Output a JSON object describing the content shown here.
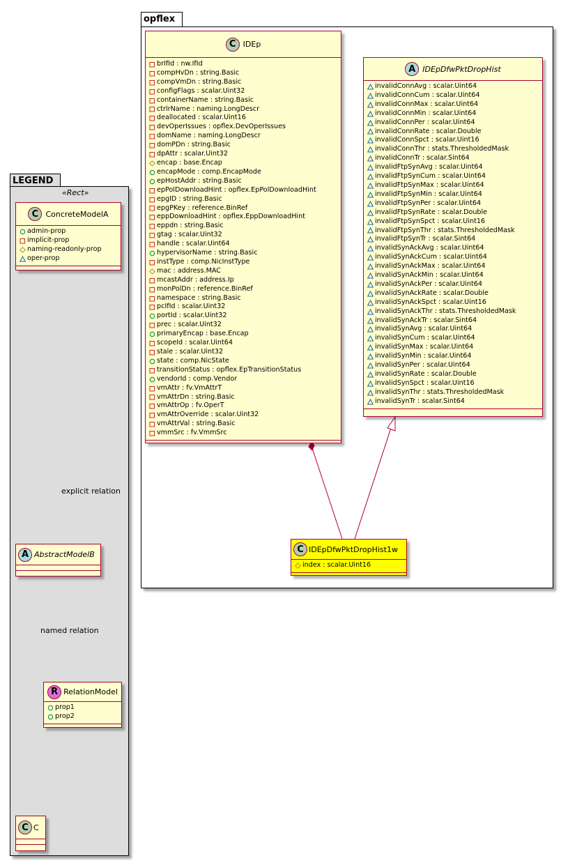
{
  "packages": {
    "legend": {
      "name": "LEGEND",
      "stereotype": "«Rect»"
    },
    "opflex": {
      "name": "opflex"
    }
  },
  "legend": {
    "concrete": {
      "spot": "C",
      "name": "ConcreteModelA",
      "attributes": [
        {
          "vis": "public",
          "text": "admin-prop"
        },
        {
          "vis": "private",
          "text": "implicit-prop"
        },
        {
          "vis": "protected",
          "text": "naming-readonly-prop"
        },
        {
          "vis": "package",
          "text": "oper-prop"
        }
      ]
    },
    "abstract": {
      "spot": "A",
      "name": "AbstractModelB"
    },
    "relation_model": {
      "spot": "R",
      "name": "RelationModel",
      "attributes": [
        {
          "vis": "public",
          "text": "prop1"
        },
        {
          "vis": "public",
          "text": "prop2"
        }
      ]
    },
    "c": {
      "spot": "C",
      "name": "C"
    },
    "explicit_relation_label": "explicit relation",
    "named_relation_label": "named relation"
  },
  "classes": {
    "idep": {
      "spot": "C",
      "name": "IDEp",
      "attributes": [
        {
          "vis": "private",
          "text": "brIfId : nw.IfId"
        },
        {
          "vis": "private",
          "text": "compHvDn : string.Basic"
        },
        {
          "vis": "private",
          "text": "compVmDn : string.Basic"
        },
        {
          "vis": "private",
          "text": "configFlags : scalar.Uint32"
        },
        {
          "vis": "private",
          "text": "containerName : string.Basic"
        },
        {
          "vis": "private",
          "text": "ctrlrName : naming.LongDescr"
        },
        {
          "vis": "private",
          "text": "deallocated : scalar.Uint16"
        },
        {
          "vis": "private",
          "text": "devOperIssues : opflex.DevOperIssues"
        },
        {
          "vis": "private",
          "text": "domName : naming.LongDescr"
        },
        {
          "vis": "private",
          "text": "domPDn : string.Basic"
        },
        {
          "vis": "private",
          "text": "dpAttr : scalar.Uint32"
        },
        {
          "vis": "protected",
          "text": "encap : base.Encap"
        },
        {
          "vis": "public",
          "text": "encapMode : comp.EncapMode"
        },
        {
          "vis": "public",
          "text": "epHostAddr : string.Basic"
        },
        {
          "vis": "private",
          "text": "epPolDownloadHint : opflex.EpPolDownloadHint"
        },
        {
          "vis": "private",
          "text": "epgID : string.Basic"
        },
        {
          "vis": "private",
          "text": "epgPKey : reference.BinRef"
        },
        {
          "vis": "private",
          "text": "eppDownloadHint : opflex.EppDownloadHint"
        },
        {
          "vis": "private",
          "text": "eppdn : string.Basic"
        },
        {
          "vis": "private",
          "text": "gtag : scalar.Uint32"
        },
        {
          "vis": "private",
          "text": "handle : scalar.Uint64"
        },
        {
          "vis": "public",
          "text": "hypervisorName : string.Basic"
        },
        {
          "vis": "private",
          "text": "instType : comp.NicInstType"
        },
        {
          "vis": "protected",
          "text": "mac : address.MAC"
        },
        {
          "vis": "private",
          "text": "mcastAddr : address.Ip"
        },
        {
          "vis": "private",
          "text": "monPolDn : reference.BinRef"
        },
        {
          "vis": "private",
          "text": "namespace : string.Basic"
        },
        {
          "vis": "private",
          "text": "pcIfId : scalar.Uint32"
        },
        {
          "vis": "public",
          "text": "portId : scalar.Uint32"
        },
        {
          "vis": "private",
          "text": "prec : scalar.Uint32"
        },
        {
          "vis": "public",
          "text": "primaryEncap : base.Encap"
        },
        {
          "vis": "private",
          "text": "scopeId : scalar.Uint64"
        },
        {
          "vis": "private",
          "text": "stale : scalar.Uint32"
        },
        {
          "vis": "public",
          "text": "state : comp.NicState"
        },
        {
          "vis": "private",
          "text": "transitionStatus : opflex.EpTransitionStatus"
        },
        {
          "vis": "public",
          "text": "vendorId : comp.Vendor"
        },
        {
          "vis": "private",
          "text": "vmAttr : fv.VmAttrT"
        },
        {
          "vis": "private",
          "text": "vmAttrDn : string.Basic"
        },
        {
          "vis": "private",
          "text": "vmAttrOp : fv.OperT"
        },
        {
          "vis": "private",
          "text": "vmAttrOverride : scalar.Uint32"
        },
        {
          "vis": "private",
          "text": "vmAttrVal : string.Basic"
        },
        {
          "vis": "private",
          "text": "vmmSrc : fv.VmmSrc"
        }
      ]
    },
    "hist": {
      "spot": "A",
      "name": "IDEpDfwPktDropHist",
      "attributes": [
        {
          "vis": "package",
          "text": "invalidConnAvg : scalar.Uint64"
        },
        {
          "vis": "package",
          "text": "invalidConnCum : scalar.Uint64"
        },
        {
          "vis": "package",
          "text": "invalidConnMax : scalar.Uint64"
        },
        {
          "vis": "package",
          "text": "invalidConnMin : scalar.Uint64"
        },
        {
          "vis": "package",
          "text": "invalidConnPer : scalar.Uint64"
        },
        {
          "vis": "package",
          "text": "invalidConnRate : scalar.Double"
        },
        {
          "vis": "package",
          "text": "invalidConnSpct : scalar.Uint16"
        },
        {
          "vis": "package",
          "text": "invalidConnThr : stats.ThresholdedMask"
        },
        {
          "vis": "package",
          "text": "invalidConnTr : scalar.Sint64"
        },
        {
          "vis": "package",
          "text": "invalidFtpSynAvg : scalar.Uint64"
        },
        {
          "vis": "package",
          "text": "invalidFtpSynCum : scalar.Uint64"
        },
        {
          "vis": "package",
          "text": "invalidFtpSynMax : scalar.Uint64"
        },
        {
          "vis": "package",
          "text": "invalidFtpSynMin : scalar.Uint64"
        },
        {
          "vis": "package",
          "text": "invalidFtpSynPer : scalar.Uint64"
        },
        {
          "vis": "package",
          "text": "invalidFtpSynRate : scalar.Double"
        },
        {
          "vis": "package",
          "text": "invalidFtpSynSpct : scalar.Uint16"
        },
        {
          "vis": "package",
          "text": "invalidFtpSynThr : stats.ThresholdedMask"
        },
        {
          "vis": "package",
          "text": "invalidFtpSynTr : scalar.Sint64"
        },
        {
          "vis": "package",
          "text": "invalidSynAckAvg : scalar.Uint64"
        },
        {
          "vis": "package",
          "text": "invalidSynAckCum : scalar.Uint64"
        },
        {
          "vis": "package",
          "text": "invalidSynAckMax : scalar.Uint64"
        },
        {
          "vis": "package",
          "text": "invalidSynAckMin : scalar.Uint64"
        },
        {
          "vis": "package",
          "text": "invalidSynAckPer : scalar.Uint64"
        },
        {
          "vis": "package",
          "text": "invalidSynAckRate : scalar.Double"
        },
        {
          "vis": "package",
          "text": "invalidSynAckSpct : scalar.Uint16"
        },
        {
          "vis": "package",
          "text": "invalidSynAckThr : stats.ThresholdedMask"
        },
        {
          "vis": "package",
          "text": "invalidSynAckTr : scalar.Sint64"
        },
        {
          "vis": "package",
          "text": "invalidSynAvg : scalar.Uint64"
        },
        {
          "vis": "package",
          "text": "invalidSynCum : scalar.Uint64"
        },
        {
          "vis": "package",
          "text": "invalidSynMax : scalar.Uint64"
        },
        {
          "vis": "package",
          "text": "invalidSynMin : scalar.Uint64"
        },
        {
          "vis": "package",
          "text": "invalidSynPer : scalar.Uint64"
        },
        {
          "vis": "package",
          "text": "invalidSynRate : scalar.Double"
        },
        {
          "vis": "package",
          "text": "invalidSynSpct : scalar.Uint16"
        },
        {
          "vis": "package",
          "text": "invalidSynThr : stats.ThresholdedMask"
        },
        {
          "vis": "package",
          "text": "invalidSynTr : scalar.Sint64"
        }
      ]
    },
    "hist1w": {
      "spot": "C",
      "name": "IDEpDfwPktDropHist1w",
      "attributes": [
        {
          "vis": "protected",
          "text": "index : scalar.Uint16"
        }
      ]
    }
  },
  "colors": {
    "class_fill": "#FEFECE",
    "highlight_fill": "#FFFF00",
    "border": "#A80036",
    "spot_class": "#ADD1B2",
    "spot_abstract": "#A9DCDF",
    "spot_relation": "#DA70D6",
    "legend_fill": "#DDDDDD",
    "vis_public": "#038048",
    "vis_private": "#C82930",
    "vis_protected": "#B38D22",
    "vis_package": "#1963A0"
  }
}
